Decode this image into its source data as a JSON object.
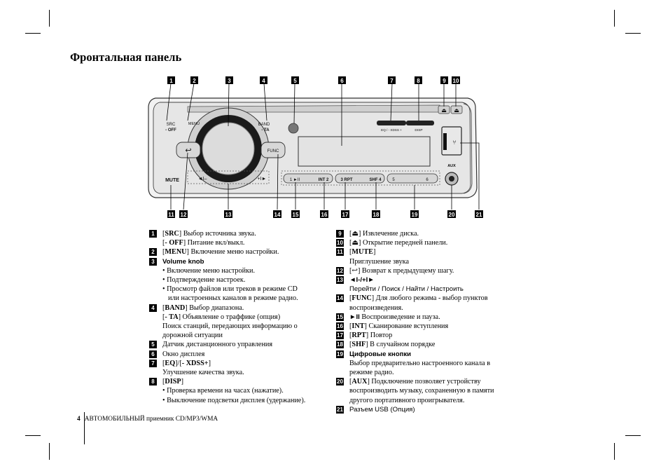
{
  "title": "Фронтальная панель",
  "colors": {
    "panel_fill": "#e6e6e6",
    "knob_fill": "#dcdcdc",
    "text": "#000000"
  },
  "panel_labels": {
    "src_off_1": "SRC",
    "src_off_2": "- OFF",
    "menu": "MENU",
    "band_ta_1": "BAND",
    "band_ta_2": "- TA",
    "eq_xdss": "EQ / - XDSS +",
    "disp": "DISP",
    "func": "FUNC",
    "mute": "MUTE",
    "aux": "AUX",
    "prev": "◄I–",
    "next": "+I►",
    "preset_1": "1 ►II",
    "preset_2": "INT 2",
    "preset_3": "3 RPT",
    "preset_4": "SHF 4",
    "preset_5": "5",
    "preset_6": "6"
  },
  "callouts_top": [
    "1",
    "2",
    "3",
    "4",
    "5",
    "6",
    "7",
    "8",
    "9",
    "10"
  ],
  "callouts_bottom": [
    "11",
    "12",
    "13",
    "14",
    "15",
    "16",
    "17",
    "18",
    "19",
    "20",
    "21"
  ],
  "items": {
    "i1": {
      "num": "1",
      "a": "[",
      "b": "SRC",
      "c": "] Выбор источника звука.",
      "d": "[",
      "e": "- OFF",
      "f": "] Питание вкл/выкл."
    },
    "i2": {
      "num": "2",
      "a": "[",
      "b": "MENU",
      "c": "] Включение меню настройки."
    },
    "i3": {
      "num": "3",
      "title": "Volume knob",
      "l1": "• Включение меню настройки.",
      "l2": "• Подтверждение настроек.",
      "l3": "• Просмотр файлов или треков в режиме CD",
      "l4": "или настроенных каналов в режиме радио."
    },
    "i4": {
      "num": "4",
      "a": "[",
      "b": "BAND",
      "c": "] Выбор диапазона.",
      "d": "[",
      "e": "- TA",
      "f": "] Объявление о траффике (опция)",
      "l3": "Поиск станций, передающих информацию о",
      "l4": "дорожной ситуации"
    },
    "i5": {
      "num": "5",
      "text": "Датчик дистанционного управления"
    },
    "i6": {
      "num": "6",
      "text": "Окно дисплея"
    },
    "i7": {
      "num": "7",
      "a": "[",
      "b": "EQ",
      "c": "]/[",
      "d": "- XDSS+",
      "e": "]",
      "l2": "Улучшение качества звука."
    },
    "i8": {
      "num": "8",
      "a": "[",
      "b": "DISP",
      "c": "]",
      "l2": "• Проверка времени на часах (нажатие).",
      "l3": "• Выключение подсветки дисплея (удержание)."
    },
    "i9": {
      "num": "9",
      "a": "[",
      "icon": "⏏",
      "c": "] Извлечение диска."
    },
    "i10": {
      "num": "10",
      "a": "[",
      "icon": "⏏",
      "c": "] Открытие передней панели."
    },
    "i11": {
      "num": "11",
      "a": "[",
      "b": "MUTE",
      "c": "]",
      "l2": "Приглушение звука"
    },
    "i12": {
      "num": "12",
      "a": "[",
      "icon": "↩",
      "c": "] Возврат к предыдущему шагу."
    },
    "i13": {
      "num": "13",
      "sym": "◄I-/+I►",
      "l2": "Перейти / Поиск / Найти / Настроить"
    },
    "i14": {
      "num": "14",
      "a": "[",
      "b": "FUNC",
      "c": "] Для любого режима - выбор пунктов",
      "l2": "воспроизведения."
    },
    "i15": {
      "num": "15",
      "sym": "►II",
      "c": "Воспроизведение и пауза."
    },
    "i16": {
      "num": "16",
      "a": "[",
      "b": "INT",
      "c": "] Сканирование вступления"
    },
    "i17": {
      "num": "17",
      "a": "[",
      "b": "RPT",
      "c": "] Повтор"
    },
    "i18": {
      "num": "18",
      "a": "[",
      "b": "SHF",
      "c": "] В случайном порядке"
    },
    "i19": {
      "num": "19",
      "title": "Цифровые кнопки",
      "l2": "Выбор предварительно настроенного канала в",
      "l3": "режиме радио."
    },
    "i20": {
      "num": "20",
      "a": "[",
      "b": "AUX",
      "c": "] Подключение позволяет устройству",
      "l2": "воспроизводить музыку, сохраненную в памяти",
      "l3": "другого портативного проигрывателя."
    },
    "i21": {
      "num": "21",
      "text": "Разъем USB (Опция)"
    }
  },
  "footer": {
    "page": "4",
    "text": "АВТОМОБИЛЬНЫЙ приемник CD/MP3/WMA"
  }
}
